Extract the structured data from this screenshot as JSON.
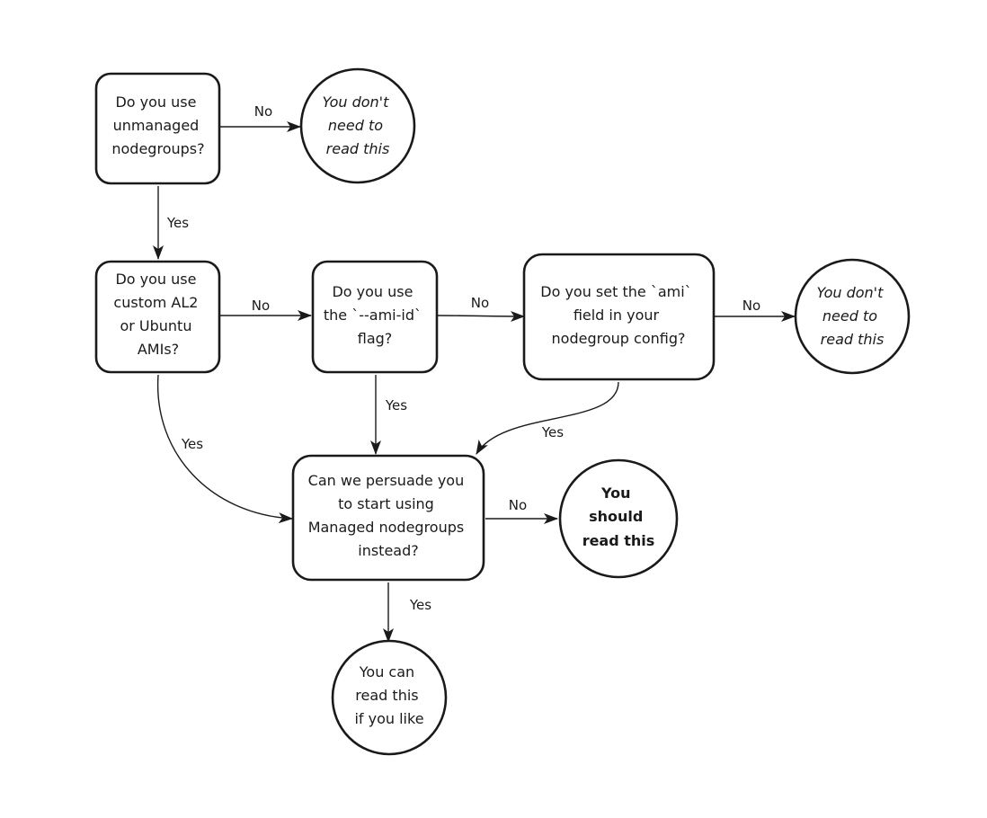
{
  "nodes": {
    "q_unmanaged": {
      "lines": [
        "Do you use",
        "unmanaged",
        "nodegroups?"
      ]
    },
    "end_top": {
      "lines": [
        "You don't",
        "need to",
        "read this"
      ]
    },
    "q_custom_ami": {
      "lines": [
        "Do you use",
        "custom AL2",
        "or Ubuntu",
        "AMIs?"
      ]
    },
    "q_ami_flag": {
      "lines": [
        "Do you use",
        "the `--ami-id`",
        "flag?"
      ]
    },
    "q_ami_field": {
      "lines": [
        "Do you set the `ami`",
        "field in your",
        "nodegroup config?"
      ]
    },
    "end_right": {
      "lines": [
        "You don't",
        "need to",
        "read this"
      ]
    },
    "q_persuade": {
      "lines": [
        "Can we persuade you",
        "to start using",
        "Managed nodegroups",
        "instead?"
      ]
    },
    "end_should": {
      "lines": [
        "You",
        "should",
        "read this"
      ]
    },
    "end_can": {
      "lines": [
        "You can",
        "read this",
        "if you like"
      ]
    }
  },
  "edges": {
    "e1": "No",
    "e2": "Yes",
    "e3": "No",
    "e4": "No",
    "e5": "No",
    "e6": "Yes",
    "e7": "Yes",
    "e8": "Yes",
    "e9": "No",
    "e10": "Yes"
  }
}
